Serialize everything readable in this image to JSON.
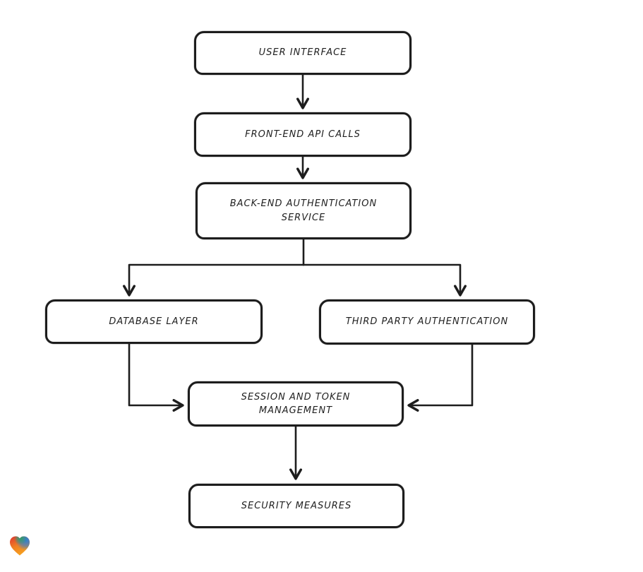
{
  "canvas": {
    "background_color": "#ffffff",
    "node_fill_color": "#ffffff",
    "stroke_color": "#1d1d1d",
    "text_color": "#1f1f1f"
  },
  "diagram": {
    "type": "flowchart",
    "nodes": [
      {
        "id": "user-interface",
        "label": "USER INTERFACE"
      },
      {
        "id": "front-end-api-calls",
        "label": "FRONT-END API CALLS"
      },
      {
        "id": "back-end-authentication-service",
        "label": "BACK-END AUTHENTICATION\nSERVICE"
      },
      {
        "id": "database-layer",
        "label": "DATABASE LAYER"
      },
      {
        "id": "third-party-authentication",
        "label": "THIRD PARTY AUTHENTICATION"
      },
      {
        "id": "session-and-token-management",
        "label": "SESSION AND TOKEN\nMANAGEMENT"
      },
      {
        "id": "security-measures",
        "label": "SECURITY MEASURES"
      }
    ],
    "edges": [
      {
        "from": "user-interface",
        "to": "front-end-api-calls"
      },
      {
        "from": "front-end-api-calls",
        "to": "back-end-authentication-service"
      },
      {
        "from": "back-end-authentication-service",
        "to": "database-layer"
      },
      {
        "from": "back-end-authentication-service",
        "to": "third-party-authentication"
      },
      {
        "from": "database-layer",
        "to": "session-and-token-management"
      },
      {
        "from": "third-party-authentication",
        "to": "session-and-token-management"
      },
      {
        "from": "session-and-token-management",
        "to": "security-measures"
      }
    ]
  },
  "logo": {
    "name": "heart-logo",
    "colors": [
      "#e13430",
      "#2d9f68",
      "#2e7fd6",
      "#f6a11f"
    ]
  }
}
